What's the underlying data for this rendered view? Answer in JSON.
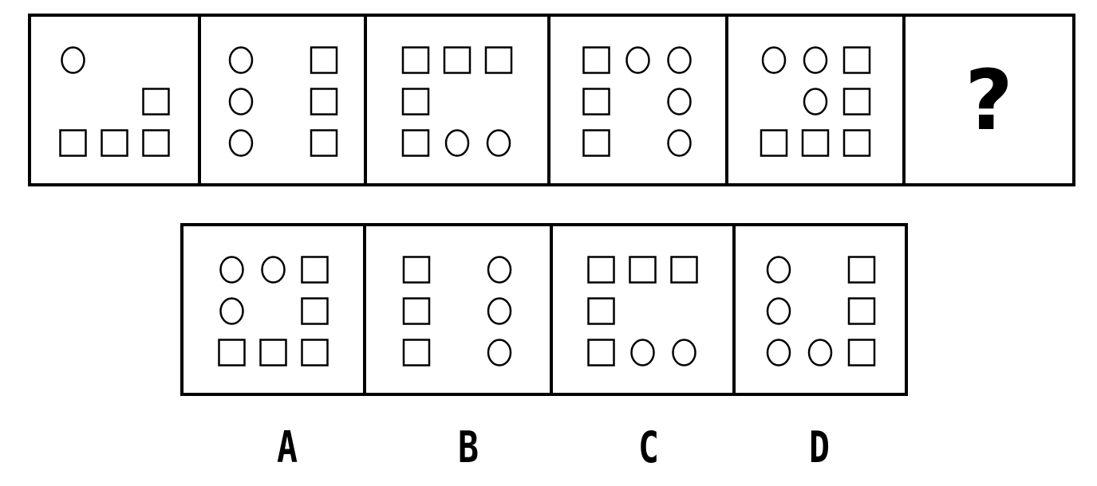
{
  "question_strip": {
    "panels": [
      {
        "grid": [
          [
            "circle",
            "",
            ""
          ],
          [
            "",
            "",
            "square"
          ],
          [
            "square",
            "square",
            "square"
          ]
        ]
      },
      {
        "grid": [
          [
            "circle",
            "",
            "square"
          ],
          [
            "circle",
            "",
            "square"
          ],
          [
            "circle",
            "",
            "square"
          ]
        ]
      },
      {
        "grid": [
          [
            "square",
            "square",
            "square"
          ],
          [
            "square",
            "",
            ""
          ],
          [
            "square",
            "circle",
            "circle"
          ]
        ]
      },
      {
        "grid": [
          [
            "square",
            "circle",
            "circle"
          ],
          [
            "square",
            "",
            "circle"
          ],
          [
            "square",
            "",
            "circle"
          ]
        ]
      },
      {
        "grid": [
          [
            "circle",
            "circle",
            "square"
          ],
          [
            "",
            "circle",
            "square"
          ],
          [
            "square",
            "square",
            "square"
          ]
        ]
      }
    ],
    "unknown_label": "?"
  },
  "options": [
    {
      "label": "A",
      "grid": [
        [
          "circle",
          "circle",
          "square"
        ],
        [
          "circle",
          "",
          "square"
        ],
        [
          "square",
          "square",
          "square"
        ]
      ]
    },
    {
      "label": "B",
      "grid": [
        [
          "square",
          "",
          "circle"
        ],
        [
          "square",
          "",
          "circle"
        ],
        [
          "square",
          "",
          "circle"
        ]
      ]
    },
    {
      "label": "C",
      "grid": [
        [
          "square",
          "square",
          "square"
        ],
        [
          "square",
          "",
          ""
        ],
        [
          "square",
          "circle",
          "circle"
        ]
      ]
    },
    {
      "label": "D",
      "grid": [
        [
          "circle",
          "",
          "square"
        ],
        [
          "circle",
          "",
          "square"
        ],
        [
          "circle",
          "circle",
          "square"
        ]
      ]
    }
  ]
}
